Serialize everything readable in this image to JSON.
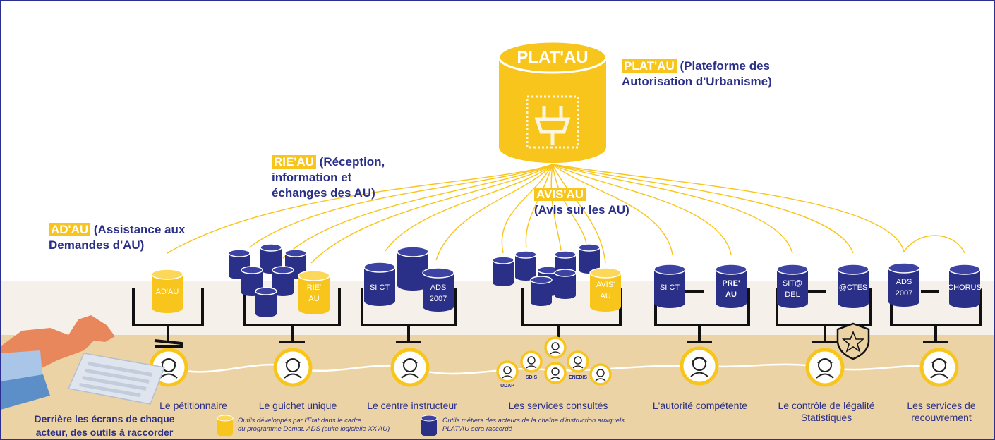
{
  "colors": {
    "yellow": "#f8c51c",
    "navy": "#2a2f87",
    "floor": "#ecd3a5",
    "wall": "#f6f0ea"
  },
  "platau": {
    "db_label": "PLAT'AU",
    "tag": "PLAT'AU",
    "desc_line1": "(Plateforme des",
    "desc_line2": "Autorisation d'Urbanisme)"
  },
  "rieau": {
    "tag": "RIE'AU",
    "line1": "(Réception,",
    "line2": "information et",
    "line3": "échanges des AU)"
  },
  "avisau": {
    "tag": "AVIS'AU",
    "line1": "(Avis sur les AU)"
  },
  "adau": {
    "tag": "AD'AU",
    "line1": "(Assistance aux",
    "line2": "Demandes d'AU)"
  },
  "db_labels": {
    "adau": "AD'AU",
    "rie_1": "RIE'",
    "rie_2": "AU",
    "sict_1": "SI CT",
    "ads2007_1": "ADS",
    "ads2007_2": "2007",
    "avis_1": "AVIS'",
    "avis_2": "AU",
    "sict_2": "SI CT",
    "preau_1": "PRE'",
    "preau_2": "AU",
    "sitadel_1": "SIT@",
    "sitadel_2": "DEL",
    "actes": "@CTES",
    "ads2007b_1": "ADS",
    "ads2007b_2": "2007",
    "chorus": "CHORUS"
  },
  "consulted": [
    "UDAP",
    "SDIS",
    "ENEDIS",
    "..."
  ],
  "actors": [
    "Le pétitionnaire",
    "Le guichet unique",
    "Le centre instructeur",
    "Les services consultés",
    "L'autorité compétente",
    "Le contrôle de légalité",
    "Statistiques",
    "Les services de",
    "recouvrement"
  ],
  "footer": {
    "line1": "Derrière les écrans de chaque",
    "line2": "acteur, des outils à raccorder"
  },
  "legend": {
    "yellow_1": "Outils développés par l'Etat dans le cadre",
    "yellow_2": "du programme Démat. ADS (suite logicielle XX'AU)",
    "navy_1": "Outils métiers des acteurs de la chaîne d'instruction auxquels",
    "navy_2": "PLAT'AU sera raccordé"
  }
}
